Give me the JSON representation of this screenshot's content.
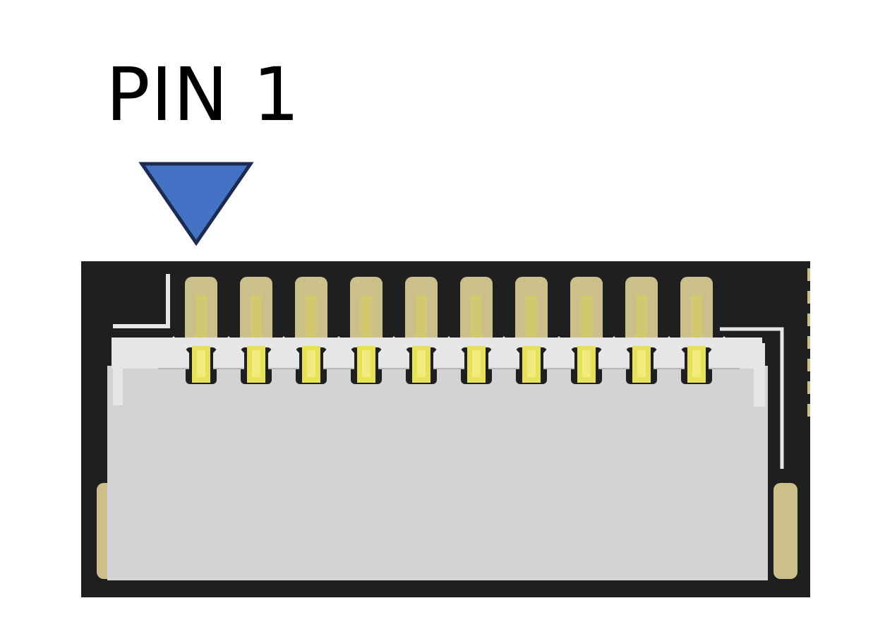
{
  "label": {
    "text": "PIN 1"
  },
  "connector": {
    "pin_count": 10,
    "marked_pin": 1
  },
  "colors": {
    "label_text": "#000000",
    "marker_fill": "#4472c4",
    "marker_stroke": "#1c2c50",
    "board": "#1f1f1f",
    "housing": "#d2d2d2",
    "housing_light": "#e6e6e6",
    "housing_shadow": "#b8b8b8",
    "pad_gold": "#cbbf8a",
    "contact_yellow": "#e6e15a",
    "contact_inner": "#d8d05a"
  }
}
